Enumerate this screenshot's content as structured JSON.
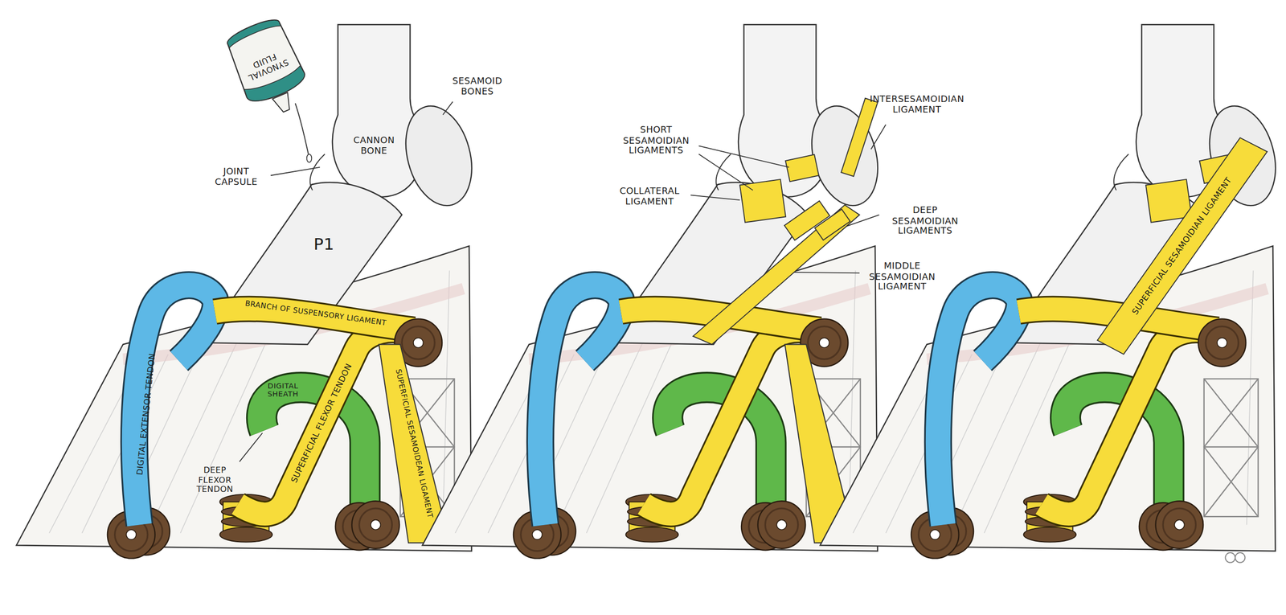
{
  "diagram": {
    "labels": [
      "SYNOVIAL FLUID",
      "SESAMOID BONES",
      "CANNON BONE",
      "JOINT CAPSULE",
      "P1",
      "BRANCH OF SUSPENSORY LIGAMENT",
      "DIGITAL EXTENSOR TENDON",
      "SUPERFICIAL FLEXOR TENDON",
      "SUPERFICIAL SESAMOIDEAN LIGAMENT",
      "DIGITAL SHEATH",
      "DEEP FLEXOR TENDON",
      "INTERSESAMOIDIAN LIGAMENT",
      "SHORT SESAMOIDIAN LIGAMENTS",
      "COLLATERAL LIGAMENT",
      "DEEP SESAMOIDIAN LIGAMENTS",
      "MIDDLE SESAMOIDIAN LIGAMENT",
      "SUPERFICIAL SESAMOIDIAN LIGAMENT"
    ]
  }
}
